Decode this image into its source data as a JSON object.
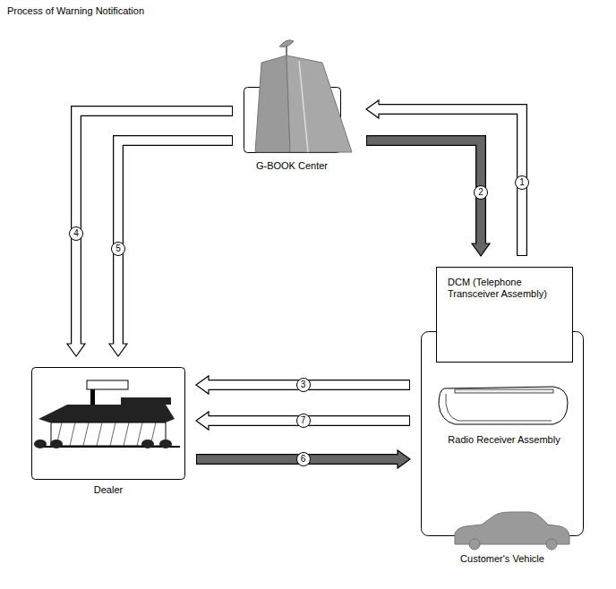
{
  "diagram": {
    "title": "Process of Warning Notification",
    "nodes": [
      {
        "text": [
          "G-BOOK Center"
        ]
      },
      {
        "text": [
          "Customer's Vehicle"
        ]
      },
      {
        "text": [
          "DCM (Telephone Transceiver Assembly)"
        ],
        "in": 1
      },
      {
        "text": [
          "Radio Receiver Assembly"
        ],
        "in": 1
      },
      {
        "text": [
          "Dealer"
        ]
      }
    ],
    "edges": [
      {
        "from": 2,
        "to": 0,
        "label": "1",
        "arrow": "to"
      },
      {
        "from": 0,
        "to": 2,
        "label": "2",
        "arrow": "to"
      },
      {
        "from": 1,
        "to": 4,
        "label": "3",
        "arrow": "to"
      },
      {
        "from": 0,
        "to": 4,
        "label": "4",
        "arrow": "to"
      },
      {
        "from": 0,
        "to": 4,
        "label": "5",
        "arrow": "to"
      },
      {
        "from": 4,
        "to": 1,
        "label": "6",
        "arrow": "to"
      },
      {
        "from": 1,
        "to": 4,
        "label": "7",
        "arrow": "to"
      }
    ]
  }
}
